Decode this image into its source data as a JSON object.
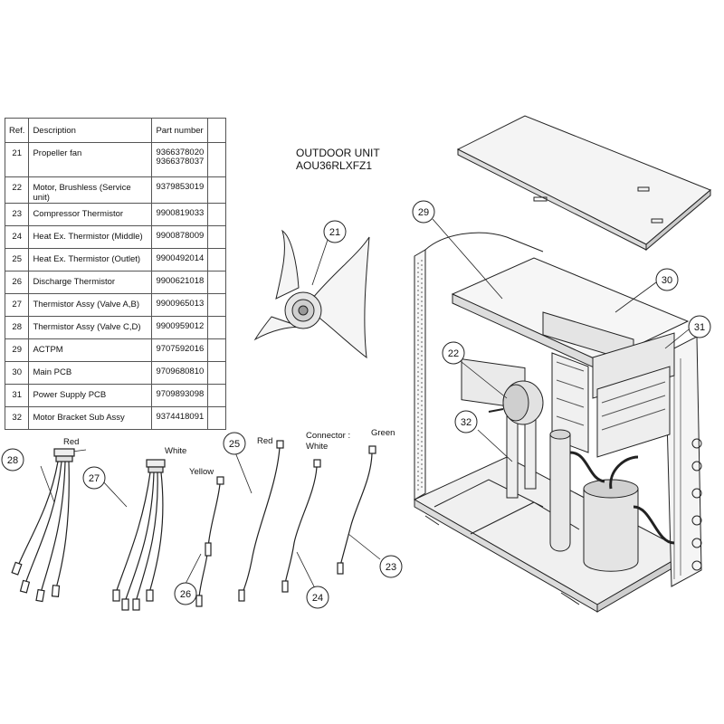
{
  "table": {
    "headers": {
      "ref": "Ref.",
      "description": "Description",
      "part_number": "Part number"
    },
    "rows": [
      {
        "ref": "21",
        "description": "Propeller fan",
        "part_numbers": [
          "9366378020",
          "9366378037"
        ]
      },
      {
        "ref": "22",
        "description": "Motor, Brushless (Service unit)",
        "part_numbers": [
          "9379853019"
        ]
      },
      {
        "ref": "23",
        "description": "Compressor Thermistor",
        "part_numbers": [
          "9900819033"
        ]
      },
      {
        "ref": "24",
        "description": "Heat Ex. Thermistor (Middle)",
        "part_numbers": [
          "9900878009"
        ]
      },
      {
        "ref": "25",
        "description": "Heat Ex. Thermistor (Outlet)",
        "part_numbers": [
          "9900492014"
        ]
      },
      {
        "ref": "26",
        "description": "Discharge Thermistor",
        "part_numbers": [
          "9900621018"
        ]
      },
      {
        "ref": "27",
        "description": "Thermistor Assy (Valve A,B)",
        "part_numbers": [
          "9900965013"
        ]
      },
      {
        "ref": "28",
        "description": "Thermistor Assy (Valve C,D)",
        "part_numbers": [
          "9900959012"
        ]
      },
      {
        "ref": "29",
        "description": "ACTPM",
        "part_numbers": [
          "9707592016"
        ]
      },
      {
        "ref": "30",
        "description": "Main PCB",
        "part_numbers": [
          "9709680810"
        ]
      },
      {
        "ref": "31",
        "description": "Power Supply PCB",
        "part_numbers": [
          "9709893098"
        ]
      },
      {
        "ref": "32",
        "description": "Motor Bracket Sub Assy",
        "part_numbers": [
          "9374418091"
        ]
      }
    ]
  },
  "unit_title": {
    "line1": "OUTDOOR UNIT",
    "line2": "AOU36RLXFZ1"
  },
  "callouts": {
    "c21": "21",
    "c22": "22",
    "c23": "23",
    "c24": "24",
    "c25": "25",
    "c26": "26",
    "c27": "27",
    "c28": "28",
    "c29": "29",
    "c30": "30",
    "c31": "31",
    "c32": "32"
  },
  "wire_labels": {
    "red_28": "Red",
    "white_27": "White",
    "yellow_26": "Yellow",
    "red_25": "Red",
    "connector": "Connector :",
    "white_24": "White",
    "green_23": "Green"
  }
}
